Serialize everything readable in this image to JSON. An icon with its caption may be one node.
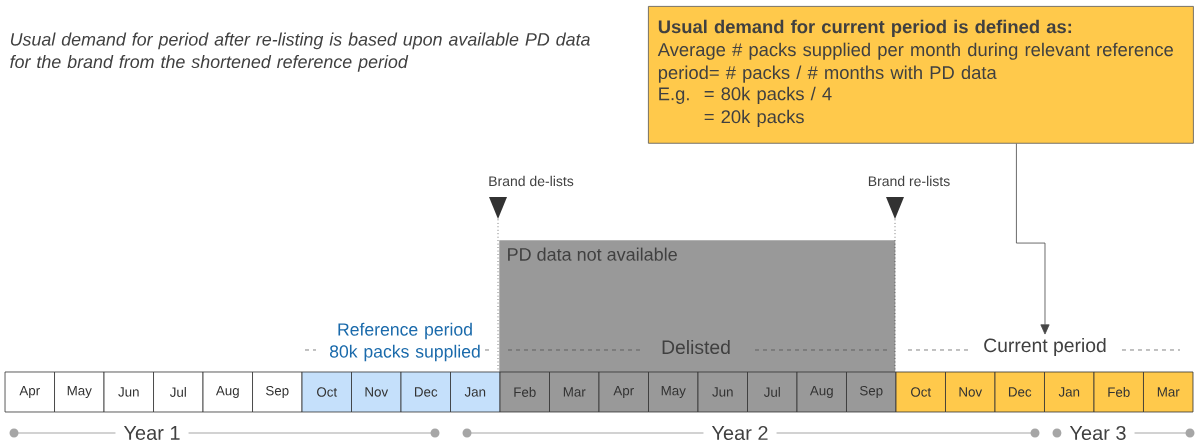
{
  "diagram": {
    "nodes": [
      {
        "text": [
          "Usual demand for current period is defined as:",
          "Average # packs supplied per month during relevant reference period= # packs / # months with PD data",
          "E.g.",
          "= 80k packs / 4",
          "= 20k packs"
        ]
      },
      {
        "text": [
          "PD data not available",
          "Delisted"
        ]
      },
      {
        "text": [
          "Current period"
        ]
      },
      {
        "text": [
          "Apr"
        ]
      },
      {
        "text": [
          "May"
        ]
      },
      {
        "text": [
          "Jun"
        ]
      },
      {
        "text": [
          "Jul"
        ]
      },
      {
        "text": [
          "Aug"
        ]
      },
      {
        "text": [
          "Sep"
        ]
      },
      {
        "text": [
          "Oct"
        ]
      },
      {
        "text": [
          "Nov"
        ]
      },
      {
        "text": [
          "Dec"
        ]
      },
      {
        "text": [
          "Jan"
        ]
      },
      {
        "text": [
          "Feb"
        ]
      },
      {
        "text": [
          "Mar"
        ]
      },
      {
        "text": [
          "Apr"
        ]
      },
      {
        "text": [
          "May"
        ]
      },
      {
        "text": [
          "Jun"
        ]
      },
      {
        "text": [
          "Jul"
        ]
      },
      {
        "text": [
          "Aug"
        ]
      },
      {
        "text": [
          "Sep"
        ]
      },
      {
        "text": [
          "Oct"
        ]
      },
      {
        "text": [
          "Nov"
        ]
      },
      {
        "text": [
          "Dec"
        ]
      },
      {
        "text": [
          "Jan"
        ]
      },
      {
        "text": [
          "Feb"
        ]
      },
      {
        "text": [
          "Mar"
        ]
      }
    ],
    "edges": [
      {
        "from": 0,
        "to": 2,
        "arrow": "to"
      }
    ],
    "labels": [
      "Usual demand for period after re-listing is based upon available PD data for the brand from the shortened reference period",
      "Brand de-lists",
      "Brand re-lists",
      "Reference period 80k packs supplied",
      "Year 1",
      "Year 2",
      "Year 3"
    ]
  }
}
